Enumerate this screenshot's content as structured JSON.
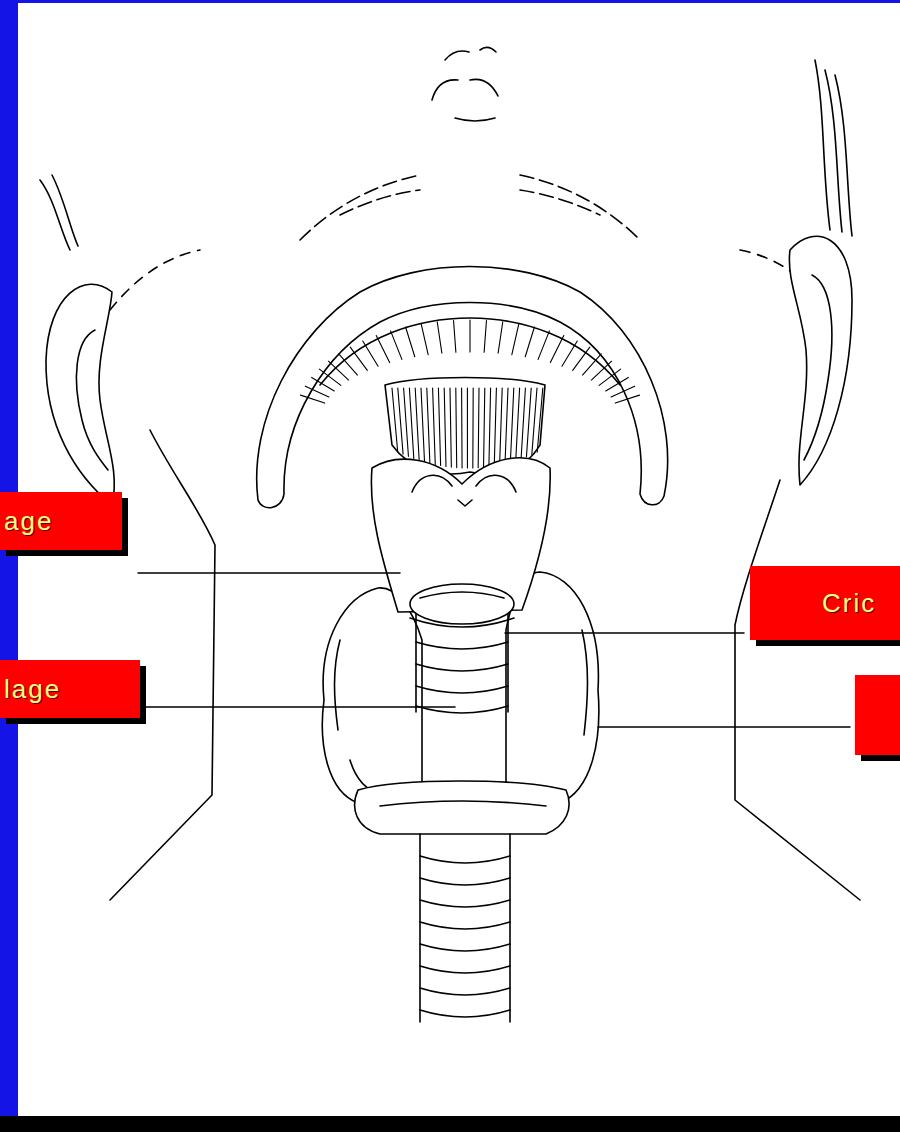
{
  "diagram": {
    "nodes": [
      {
        "text": [
          "age"
        ]
      },
      {
        "text": [
          "Cric"
        ]
      },
      {
        "text": [
          "lage"
        ]
      }
    ]
  }
}
